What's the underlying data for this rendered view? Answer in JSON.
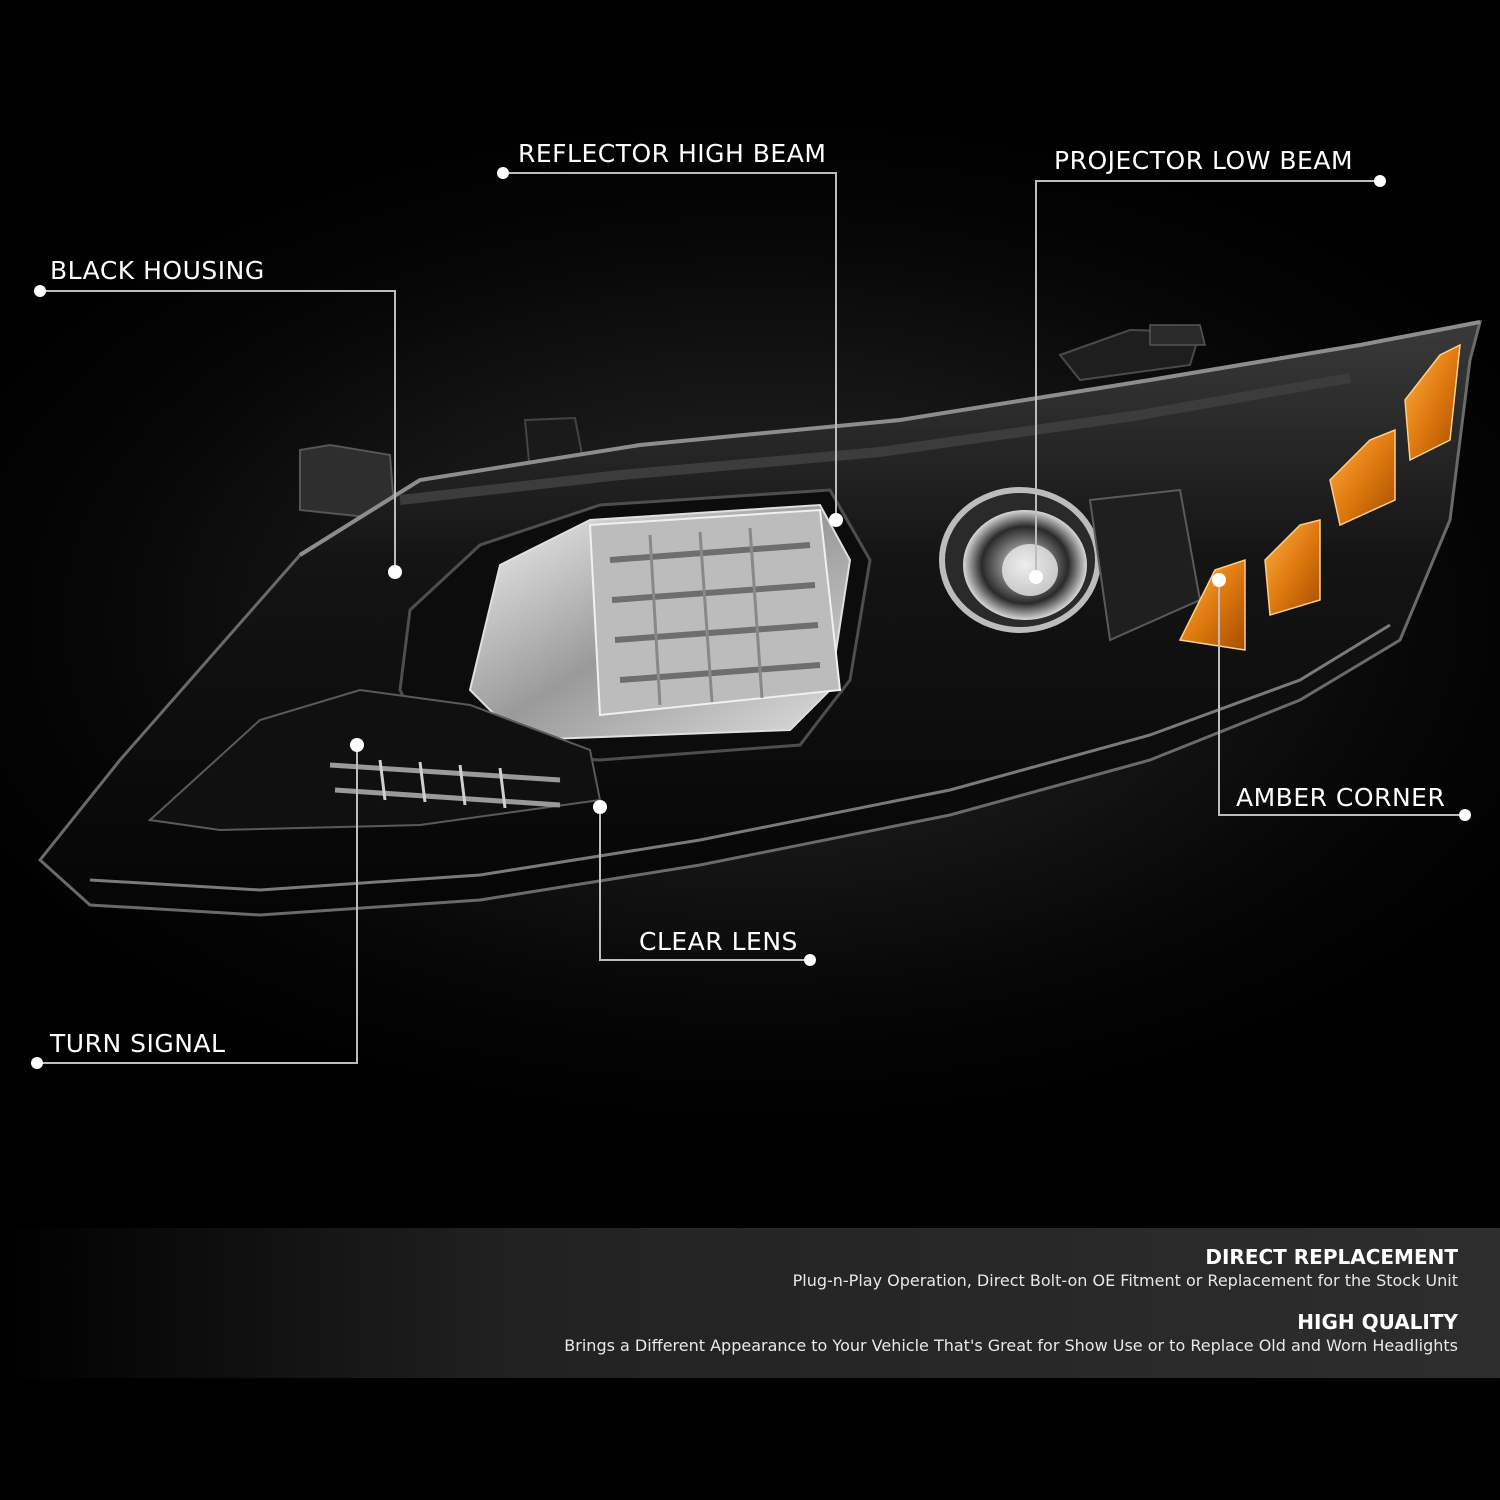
{
  "callouts": {
    "black_housing": "BLACK HOUSING",
    "reflector_high_beam": "REFLECTOR HIGH BEAM",
    "projector_low_beam": "PROJECTOR LOW BEAM",
    "amber_corner": "AMBER CORNER",
    "clear_lens": "CLEAR LENS",
    "turn_signal": "TURN SIGNAL"
  },
  "features": [
    {
      "title": "DIRECT REPLACEMENT",
      "description": "Plug-n-Play Operation, Direct Bolt-on OE Fitment or Replacement for the Stock Unit"
    },
    {
      "title": "HIGH QUALITY",
      "description": "Brings a Different Appearance to Your Vehicle That's Great for Show Use or to Replace Old and Worn Headlights"
    }
  ],
  "colors": {
    "background": "#000000",
    "amber": "#e07b10",
    "chrome": "#c8c8c8",
    "leader_line": "#bdbdbd"
  }
}
